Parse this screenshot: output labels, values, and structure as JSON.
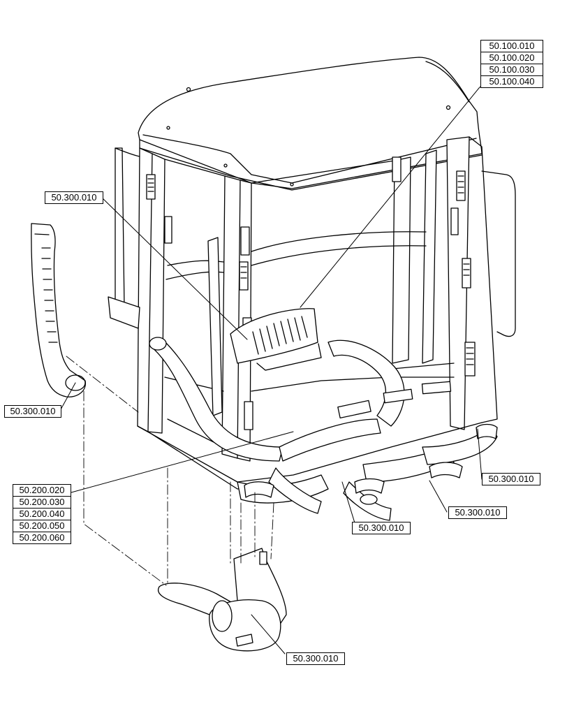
{
  "diagram": {
    "callouts": {
      "cab_group": [
        "50.100.010",
        "50.100.020",
        "50.100.030",
        "50.100.040"
      ],
      "duct_group": [
        "50.200.020",
        "50.200.030",
        "50.200.040",
        "50.200.050",
        "50.200.060"
      ],
      "upper_left": "50.300.010",
      "left_cover": "50.300.010",
      "right_duct": "50.300.010",
      "right_lower_duct": "50.300.010",
      "center_lower_duct": "50.300.010",
      "bottom_unit": "50.300.010"
    }
  }
}
